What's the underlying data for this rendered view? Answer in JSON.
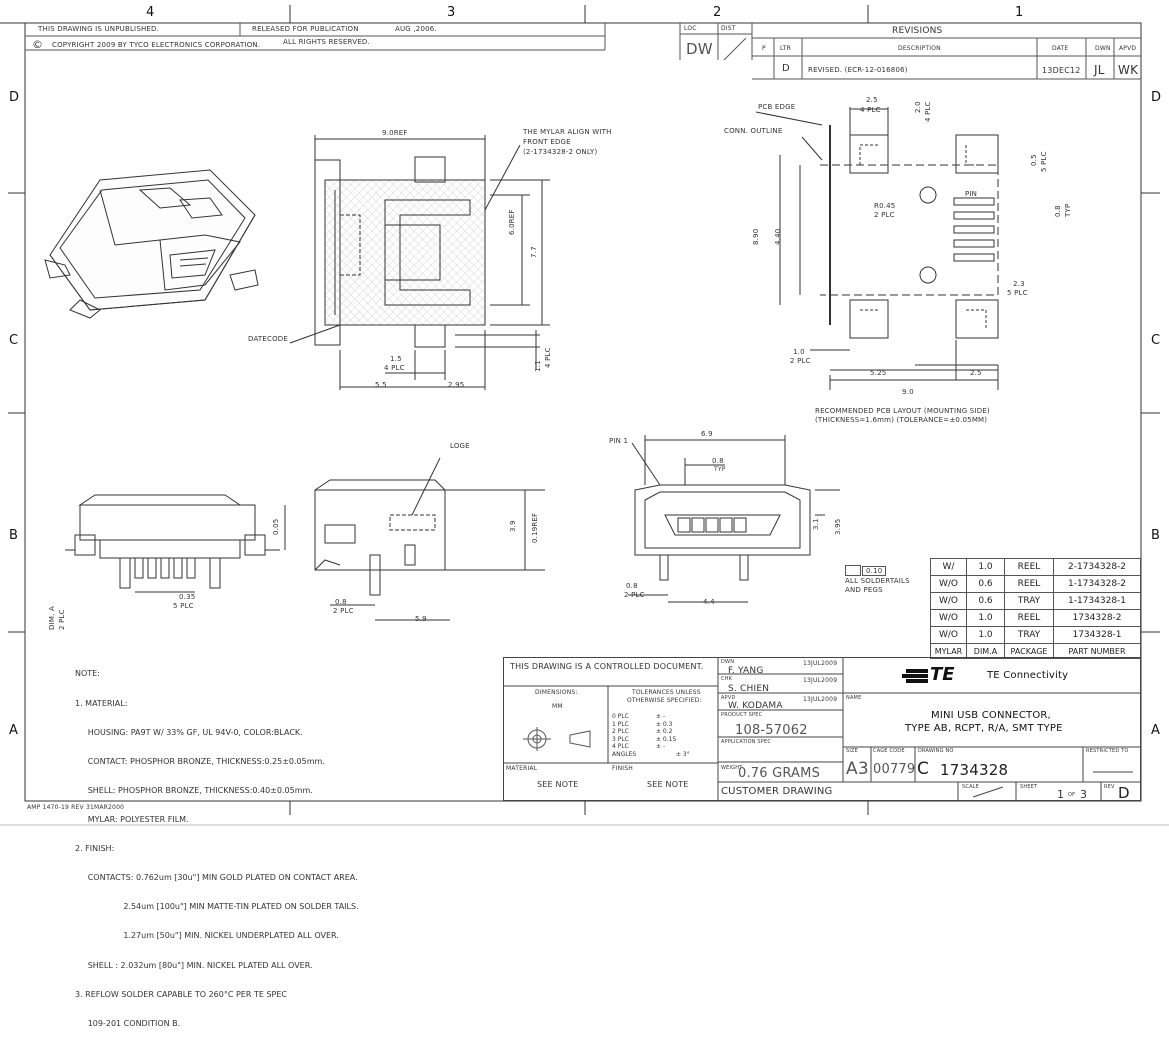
{
  "zones": {
    "top": [
      "4",
      "3",
      "2",
      "1"
    ],
    "side": [
      "D",
      "C",
      "B",
      "A"
    ]
  },
  "header": {
    "unpublished": "THIS DRAWING IS UNPUBLISHED.",
    "released": "RELEASED FOR PUBLICATION",
    "release_date": "AUG ,2006.",
    "copyright": "COPYRIGHT   2009     BY TYCO ELECTRONICS CORPORATION.",
    "rights": "ALL RIGHTS RESERVED.",
    "loc_label": "LOC",
    "loc_value": "DW",
    "dist_label": "DIST"
  },
  "revisions": {
    "title": "REVISIONS",
    "cols": [
      "P",
      "LTR",
      "DESCRIPTION",
      "DATE",
      "DWN",
      "APVD"
    ],
    "row": {
      "ltr": "D",
      "description": "REVISED. (ECR-12-016806)",
      "date": "13DEC12",
      "dwn": "JL",
      "apvd": "WK"
    }
  },
  "labels": {
    "pcb_edge": "PCB EDGE",
    "conn_outline": "CONN. OUTLINE",
    "mylar_note": [
      "THE MYLAR ALIGN WITH",
      "FRONT EDGE",
      "(2-1734328-2 ONLY)"
    ],
    "datecode": "DATECODE",
    "loge": "LOGE",
    "pin1": "PIN 1",
    "pin": "PIN",
    "pcb_layout": [
      "RECOMMENDED PCB LAYOUT (MOUNTING SIDE)",
      "(THICKNESS=1.6mm)   (TOLERANCE=±0.05MM)"
    ],
    "soldertails": [
      "ALL SOLDERTAILS",
      "AND PEGS"
    ],
    "flatness": "0.10"
  },
  "dims": {
    "d9ref": "9.0REF",
    "d6ref": "6.0REF",
    "d77": "7.7",
    "d15": "1.5",
    "d4plc": "4 PLC",
    "d55": "5.5",
    "d295": "2.95",
    "d11": "1.1",
    "d25": "2.5",
    "d20": "2.0",
    "d05": "0.5",
    "d5plc": "5 PLC",
    "d890": "8.90",
    "d440": "4.40",
    "r045": "R0.45",
    "d2plc": "2 PLC",
    "d08": "0.8",
    "typ": "TYP",
    "d23": "2.3",
    "d10": "1.0",
    "d525": "5.25",
    "d90": "9.0",
    "d005": "0.05",
    "d39": "3.9",
    "d019ref": "0.19REF",
    "d035": "0.35",
    "dima": "DIM. A",
    "d59": "5.9",
    "d69": "6.9",
    "d31": "3.1",
    "d395": "3.95",
    "d44": "4.4"
  },
  "part_table": {
    "rows": [
      [
        "W/",
        "1.0",
        "REEL",
        "2-1734328-2"
      ],
      [
        "W/O",
        "0.6",
        "REEL",
        "1-1734328-2"
      ],
      [
        "W/O",
        "0.6",
        "TRAY",
        "1-1734328-1"
      ],
      [
        "W/O",
        "1.0",
        "REEL",
        "1734328-2"
      ],
      [
        "W/O",
        "1.0",
        "TRAY",
        "1734328-1"
      ]
    ],
    "header": [
      "MYLAR",
      "DIM.A",
      "PACKAGE",
      "PART NUMBER"
    ]
  },
  "notes": [
    "NOTE:",
    "1. MATERIAL:",
    "     HOUSING: PA9T W/ 33% GF, UL 94V-0, COLOR:BLACK.",
    "     CONTACT: PHOSPHOR BRONZE, THICKNESS:0.25±0.05mm.",
    "     SHELL: PHOSPHOR BRONZE, THICKNESS:0.40±0.05mm.",
    "     MYLAR: POLYESTER FILM.",
    "2. FINISH:",
    "     CONTACTS: 0.762um [30u\"] MIN GOLD PLATED ON CONTACT AREA.",
    "                   2.54um [100u\"] MIN MATTE-TIN PLATED ON SOLDER TAILS.",
    "                   1.27um [50u\"] MIN. NICKEL UNDERPLATED ALL OVER.",
    "     SHELL : 2.032um [80u\"] MIN. NICKEL PLATED ALL OVER.",
    "3. REFLOW SOLDER CAPABLE TO 260°C PER TE SPEC",
    "     109-201 CONDITION B."
  ],
  "title_block": {
    "controlled": "THIS DRAWING IS A CONTROLLED DOCUMENT.",
    "dimensions": "DIMENSIONS:",
    "mm": "MM",
    "tolerances": [
      "TOLERANCES UNLESS",
      "OTHERWISE SPECIFIED:"
    ],
    "tol_rows": [
      [
        "0 PLC",
        "± -"
      ],
      [
        "1 PLC",
        "± 0.3"
      ],
      [
        "2 PLC",
        "± 0.2"
      ],
      [
        "3 PLC",
        "± 0.15"
      ],
      [
        "4 PLC",
        "± -"
      ],
      [
        "ANGLES",
        "± 3°"
      ]
    ],
    "material": "MATERIAL",
    "finish": "FINISH",
    "see_note": "SEE NOTE",
    "dwn_label": "DWN",
    "dwn": "F. YANG",
    "dwn_date": "13JUL2009",
    "chk_label": "CHK",
    "chk": "S. CHIEN",
    "chk_date": "13JUL2009",
    "apvd_label": "APVD",
    "apvd": "W. KODAMA",
    "apvd_date": "13JUL2009",
    "product_spec_label": "PRODUCT SPEC",
    "product_spec": "108-57062",
    "application_spec_label": "APPLICATION SPEC",
    "weight_label": "WEIGHT",
    "weight": "0.76 GRAMS",
    "customer": "CUSTOMER DRAWING",
    "brand": "TE Connectivity",
    "logo": "TE",
    "name_label": "NAME",
    "name": [
      "MINI USB CONNECTOR,",
      "TYPE AB, RCPT, R/A, SMT TYPE"
    ],
    "size_label": "SIZE",
    "size": "A3",
    "cage_label": "CAGE CODE",
    "cage": "00779",
    "drawing_no_label": "DRAWING NO",
    "drawing_no": "1734328",
    "drawing_prefix": "C",
    "restricted_label": "RESTRICTED TO",
    "restricted": "—",
    "scale_label": "SCALE",
    "sheet_label": "SHEET",
    "sheet": "1",
    "of": "OF",
    "sheets": "3",
    "rev_label": "REV",
    "rev": "D"
  },
  "footer": "AMP 1470-19 REV 31MAR2000"
}
